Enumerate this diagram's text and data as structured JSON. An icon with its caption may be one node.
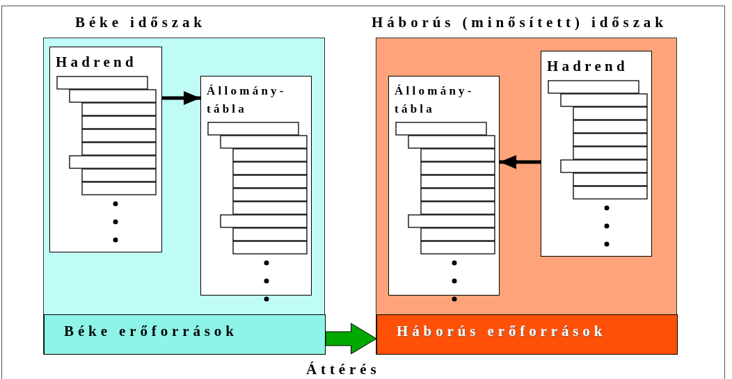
{
  "diagram": {
    "nodes": [
      {
        "text": [
          "Béke időszak"
        ]
      },
      {
        "text": [
          "Hadrend"
        ],
        "in": 0
      },
      {
        "text": [
          "Állomány-tábla"
        ],
        "in": 0
      },
      {
        "text": [
          "Béke erőforrások"
        ],
        "in": 0
      },
      {
        "text": [
          "Háborús (minősített) időszak"
        ]
      },
      {
        "text": [
          "Állomány-tábla"
        ],
        "in": 4
      },
      {
        "text": [
          "Hadrend"
        ],
        "in": 4
      },
      {
        "text": [
          "Háborús erőforrások"
        ],
        "in": 4
      }
    ],
    "edges": [
      {
        "from": 1,
        "to": 2,
        "arrow": "to"
      },
      {
        "from": 6,
        "to": 5,
        "arrow": "to"
      },
      {
        "from": 3,
        "to": 7,
        "arrow": "to",
        "label": "Áttérés",
        "style": "thick",
        "color": "#00a800"
      }
    ]
  }
}
